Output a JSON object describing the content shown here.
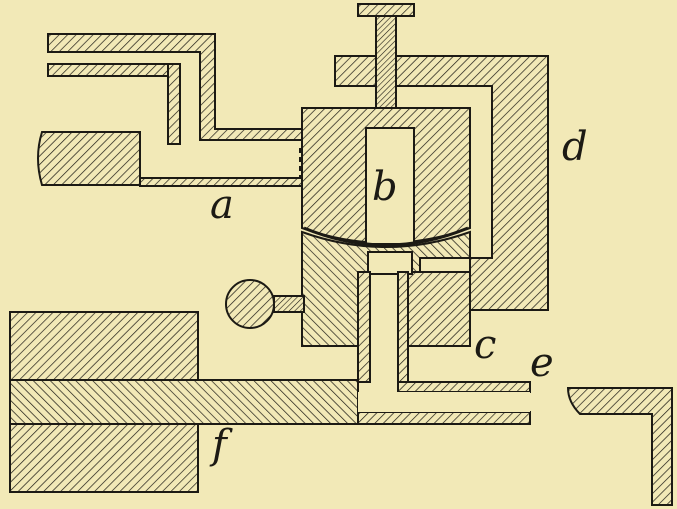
{
  "colors": {
    "paper": "#f2e9b7",
    "ink": "#1c1a14"
  },
  "labels": {
    "a": "a",
    "b": "b",
    "c": "c",
    "d": "d",
    "e": "e",
    "f": "f"
  }
}
